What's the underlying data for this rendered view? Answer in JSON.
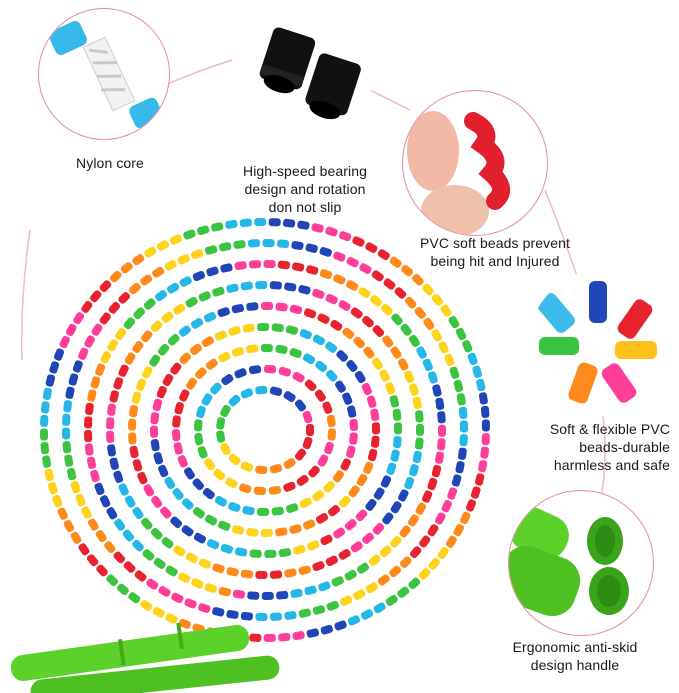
{
  "features": [
    {
      "label": "Nylon core",
      "icon": "nylon-core-detail"
    },
    {
      "label": "High-speed bearing\ndesign and rotation\ndon not slip",
      "icon": "bearing-caps"
    },
    {
      "label": "PVC soft beads prevent\nbeing hit and Injured",
      "icon": "pinched-bead"
    },
    {
      "label": "Soft & flexible PVC\nbeads-durable\nharmless and safe",
      "icon": "loose-beads"
    },
    {
      "label": "Ergonomic anti-skid\ndesign handle",
      "icon": "green-handles"
    }
  ],
  "colors": {
    "circle_border": "#e58aa0",
    "connector_line": "#f2b9c6",
    "handle_green": "#5bd12a",
    "bead_colors": [
      "#e8232f",
      "#ff8a1c",
      "#ffd21c",
      "#3ac440",
      "#25b7e8",
      "#1f45b8",
      "#ff3e9a"
    ]
  }
}
